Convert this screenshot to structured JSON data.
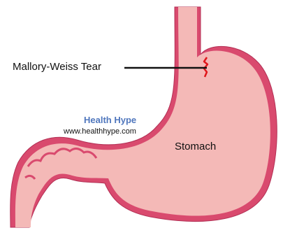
{
  "labels": {
    "tear": "Mallory-Weiss Tear",
    "organ": "Stomach"
  },
  "watermark": {
    "brand": "Health Hype",
    "url": "www.healthhype.com"
  },
  "colors": {
    "wall": "#d94a6e",
    "interior": "#f4b9b7",
    "tear": "#e0161b",
    "brand": "#5077bd"
  }
}
